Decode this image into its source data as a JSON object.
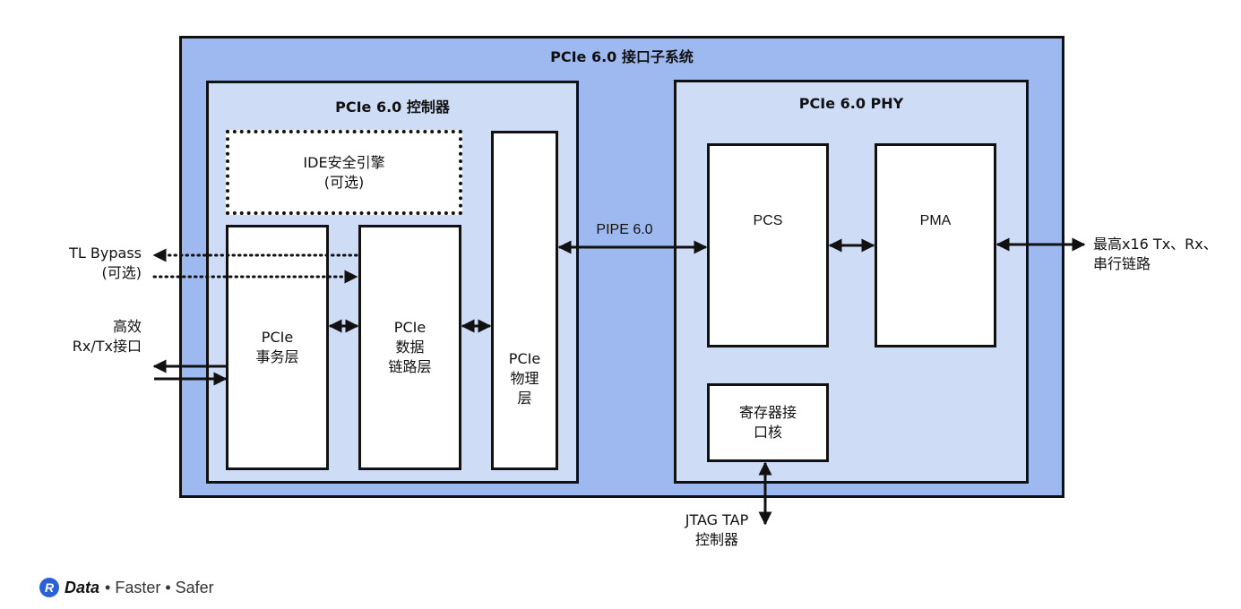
{
  "subsystem": {
    "title": "PCIe 6.0 接口子系统"
  },
  "controller": {
    "title": "PCIe 6.0 控制器",
    "ide": {
      "label": "IDE安全引擎\n(可选)"
    },
    "transaction_layer": {
      "label": "PCIe\n事务层"
    },
    "data_link_layer": {
      "label": "PCIe\n数据\n链路层"
    },
    "physical_layer": {
      "label": "PCIe\n物理\n层"
    }
  },
  "phy": {
    "title": "PCIe 6.0 PHY",
    "pcs": {
      "label": "PCS"
    },
    "pma": {
      "label": "PMA"
    },
    "register_core": {
      "label": "寄存器接\n口核"
    }
  },
  "connections": {
    "pipe_label": "PIPE 6.0",
    "tl_bypass_label": "TL Bypass\n(可选)",
    "rx_tx_label": "高效\nRx/Tx接口",
    "serial_label": "最高x16 Tx、Rx、\n串行链路",
    "jtag_label": "JTAG TAP\n控制器"
  },
  "branding": {
    "badge": "R",
    "brand": "Data",
    "tagline": "• Faster • Safer"
  }
}
